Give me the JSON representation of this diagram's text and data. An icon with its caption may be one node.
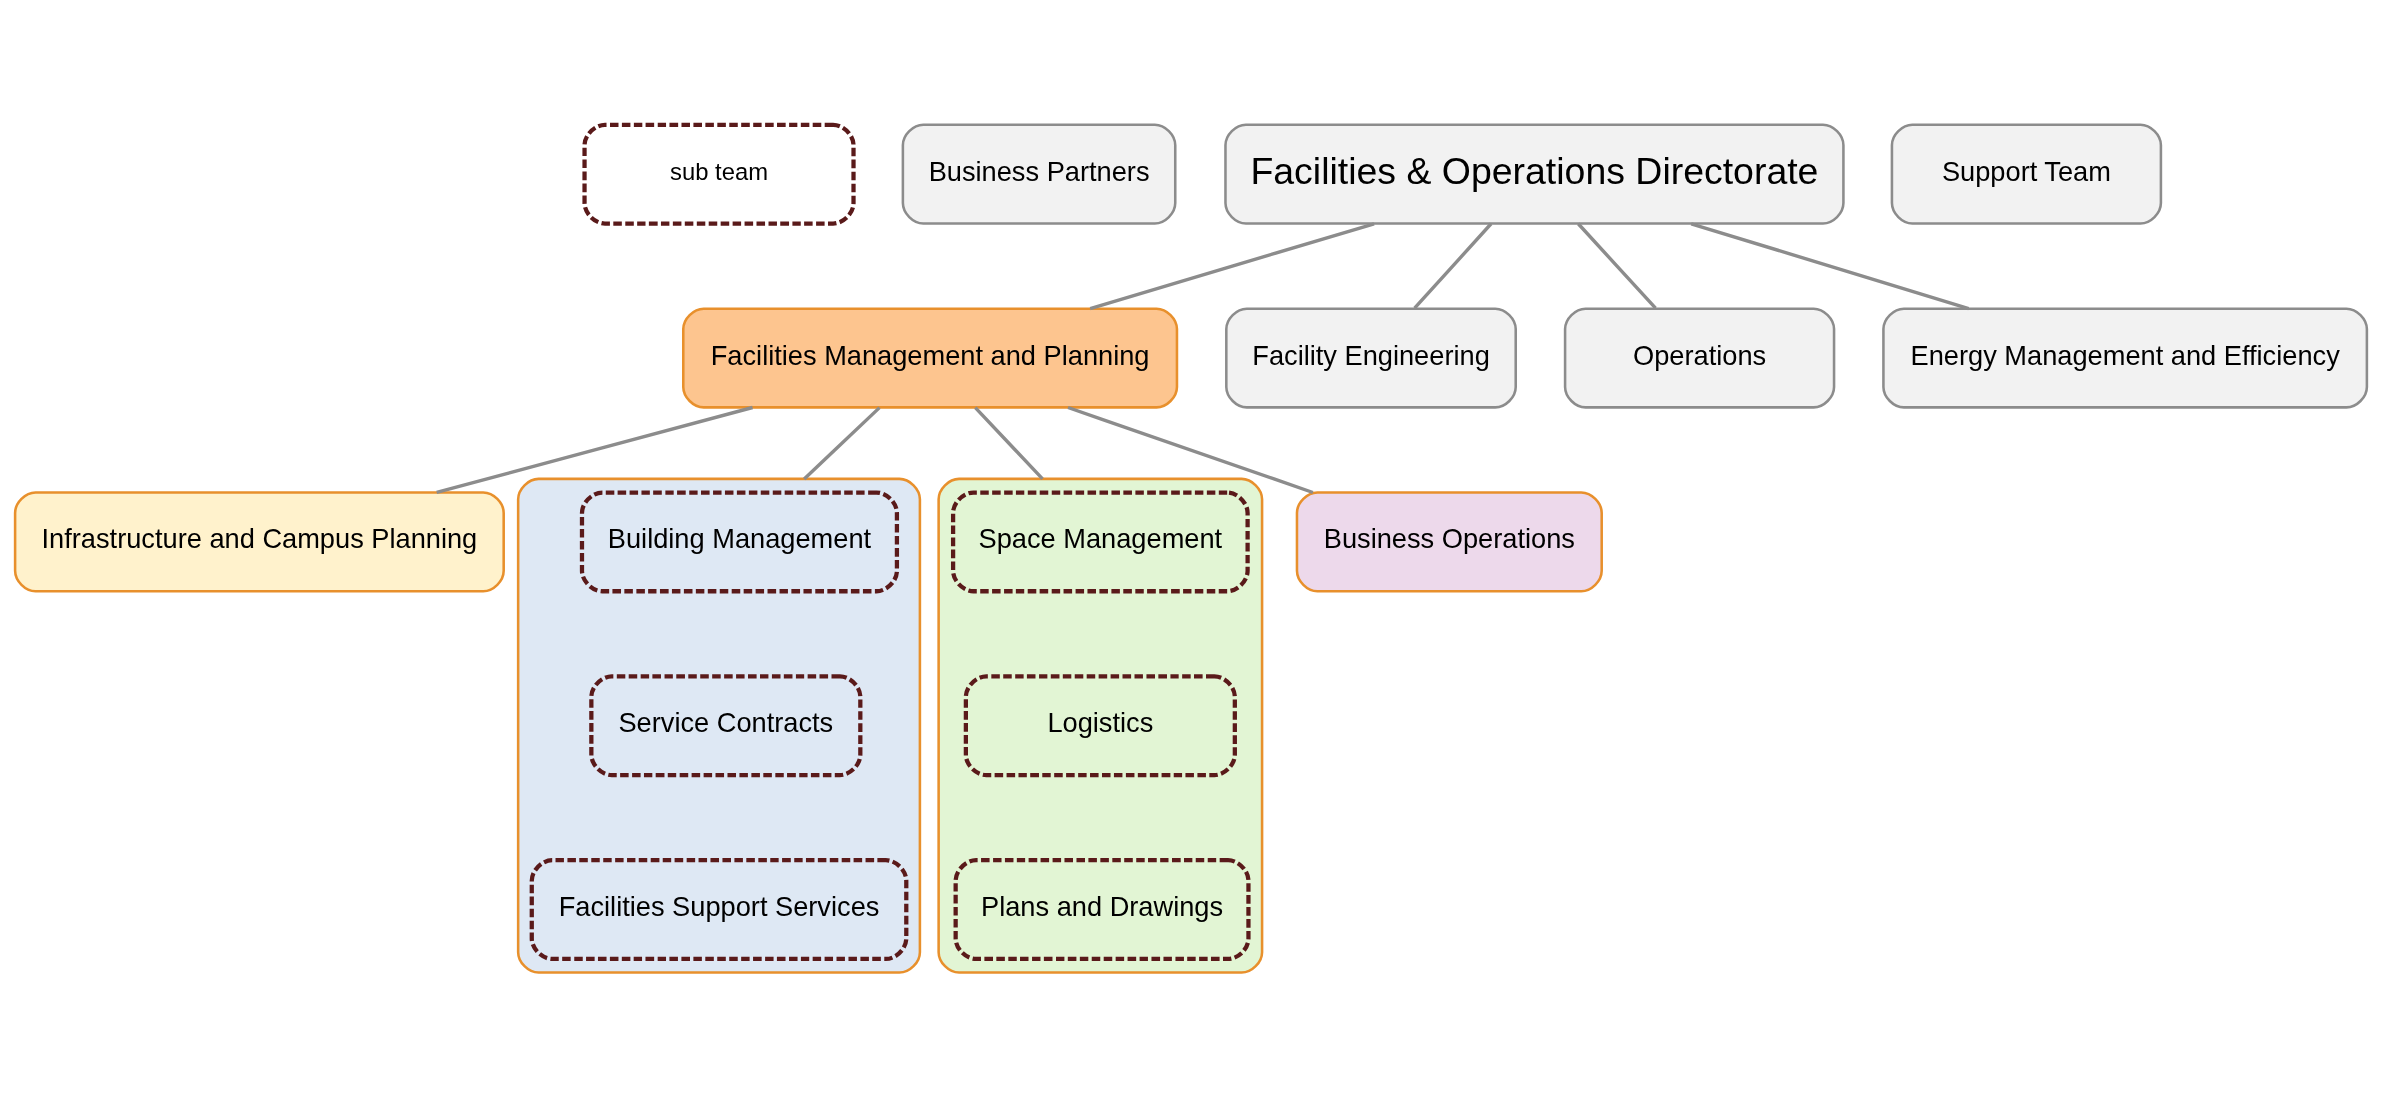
{
  "diagram": {
    "nodes": [
      {
        "text": [
          "Business Partners"
        ]
      },
      {
        "text": [
          "Facilities & Operations Directorate"
        ]
      },
      {
        "text": [
          "Support Team"
        ]
      },
      {
        "text": [
          "Facilities Management and Planning"
        ]
      },
      {
        "text": [
          "Facility Engineering"
        ]
      },
      {
        "text": [
          "Operations"
        ]
      },
      {
        "text": [
          "Energy Management and Efficiency"
        ]
      },
      {
        "text": [
          "Infrastructure and Campus Planning"
        ]
      },
      {
        "text": [],
        "shape": "box"
      },
      {
        "text": [
          "Building Management"
        ],
        "in": 8
      },
      {
        "text": [
          "Service Contracts"
        ],
        "in": 8
      },
      {
        "text": [
          "Facilities Support Services"
        ],
        "in": 8
      },
      {
        "text": [],
        "shape": "box"
      },
      {
        "text": [
          "Space Management"
        ],
        "in": 12
      },
      {
        "text": [
          "Logistics"
        ],
        "in": 12
      },
      {
        "text": [
          "Plans and Drawings"
        ],
        "in": 12
      },
      {
        "text": [
          "Business Operations"
        ]
      }
    ],
    "edges": [
      {
        "from": 1,
        "to": 3,
        "arrow": "none"
      },
      {
        "from": 1,
        "to": 4,
        "arrow": "none"
      },
      {
        "from": 1,
        "to": 5,
        "arrow": "none"
      },
      {
        "from": 1,
        "to": 6,
        "arrow": "none"
      },
      {
        "from": 3,
        "to": 7,
        "arrow": "none"
      },
      {
        "from": 3,
        "to": 8,
        "arrow": "none"
      },
      {
        "from": 3,
        "to": 12,
        "arrow": "none"
      },
      {
        "from": 3,
        "to": 16,
        "arrow": "none"
      }
    ],
    "legend": [
      {
        "text": "sub team"
      }
    ]
  }
}
